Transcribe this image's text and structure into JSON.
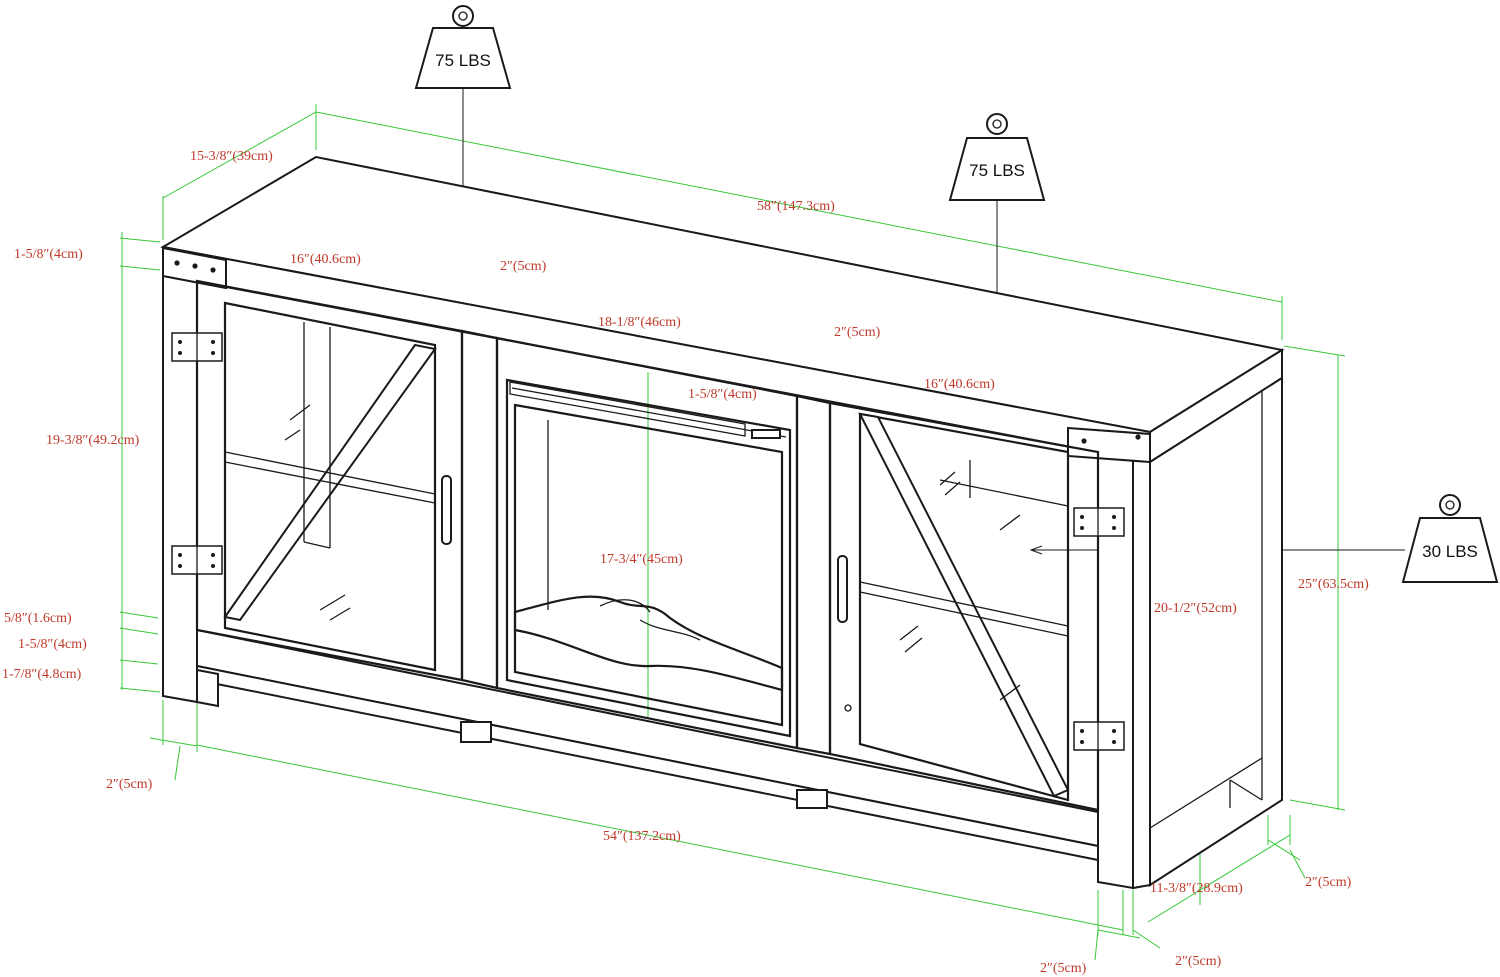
{
  "loads": [
    {
      "id": "top-left",
      "label": "75 LBS"
    },
    {
      "id": "top-right",
      "label": "75 LBS"
    },
    {
      "id": "shelf",
      "label": "30 LBS"
    }
  ],
  "dimensions": {
    "depth_top": "15-3/8″(39cm)",
    "overall_width": "58″(147.3cm)",
    "top_thickness": "1-5/8″(4cm)",
    "left_door_width": "16″(40.6cm)",
    "left_stile": "2″(5cm)",
    "fireplace_width": "18-1/8″(46cm)",
    "right_stile": "2″(5cm)",
    "right_door_width": "16″(40.6cm)",
    "fireplace_trim": "1-5/8″(4cm)",
    "door_height": "19-3/8″(49.2cm)",
    "fireplace_height": "17-3/4″(45cm)",
    "bottom_rail_gap": "5/8″(1.6cm)",
    "bottom_rail": "1-5/8″(4cm)",
    "leg_clearance": "1-7/8″(4.8cm)",
    "leg_width_left": "2″(5cm)",
    "inner_width": "54″(137.2cm)",
    "inner_height": "20-1/2″(52cm)",
    "overall_height": "25″(63.5cm)",
    "inner_depth": "11-3/8″(28.9cm)",
    "leg_depth_right": "2″(5cm)",
    "leg_width_front": "2″(5cm)",
    "leg_width_side": "2″(5cm)"
  }
}
